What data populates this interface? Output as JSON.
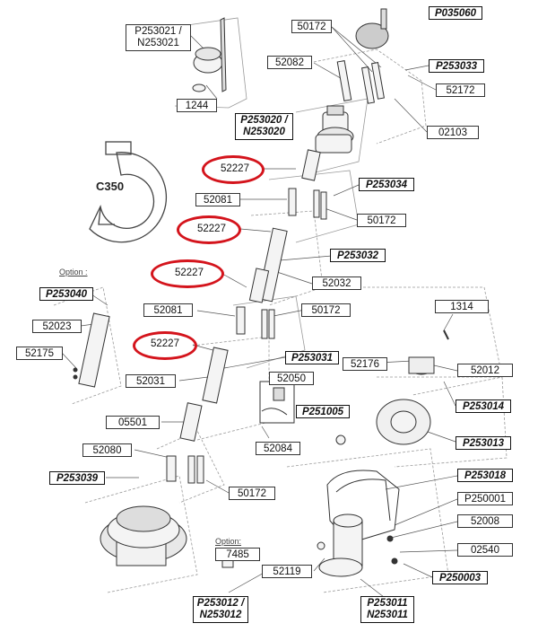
{
  "labels": {
    "P253021_N253021": "P253021 /\nN253021",
    "l1244": "1244",
    "l50172_top": "50172",
    "P035060": "P035060",
    "l52082": "52082",
    "P253033": "P253033",
    "l52172": "52172",
    "P253020_N253020": "P253020 /\nN253020",
    "l02103": "02103",
    "l52227_a": "52227",
    "P253034": "P253034",
    "l52081_a": "52081",
    "l50172_b": "50172",
    "l52227_b": "52227",
    "P253032": "P253032",
    "l52227_c": "52227",
    "l52032": "52032",
    "P253040": "P253040",
    "l52081_b": "52081",
    "l50172_c": "50172",
    "l52023": "52023",
    "l1314": "1314",
    "l52175": "52175",
    "l52227_d": "52227",
    "P253031": "P253031",
    "l52176": "52176",
    "l52012": "52012",
    "l52050": "52050",
    "l52031": "52031",
    "P251005": "P251005",
    "P253014": "P253014",
    "l05501": "05501",
    "l52084": "52084",
    "P253013": "P253013",
    "l52080": "52080",
    "P253039": "P253039",
    "P253018": "P253018",
    "l50172_d": "50172",
    "P250001": "P250001",
    "l52008": "52008",
    "l7485": "7485",
    "l02540": "02540",
    "l52119": "52119",
    "P250003": "P250003",
    "P253012_N253012": "P253012 /\nN253012",
    "P253011_N253011": "P253011\nN253011"
  },
  "texts": {
    "c350": "C350",
    "option_left": "Option :",
    "option_bottom": "Option:"
  },
  "highlight": {
    "color": "#d4141c",
    "circled_part": "52227"
  }
}
